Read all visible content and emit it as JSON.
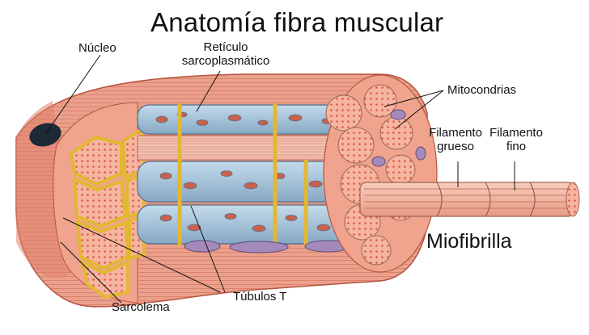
{
  "title": "Anatomía fibra muscular",
  "labels": {
    "nucleo": "Núcleo",
    "reticulo_l1": "Retículo",
    "reticulo_l2": "sarcoplasmático",
    "mitocondrias": "Mitocondrias",
    "filamento_grueso_l1": "Filamento",
    "filamento_grueso_l2": "grueso",
    "filamento_fino_l1": "Filamento",
    "filamento_fino_l2": "fino",
    "miofibrilla": "Miofibrilla",
    "tubulos_t": "Túbulos T",
    "sarcolema": "Sarcolema"
  },
  "colors": {
    "sarcolemma_outer": "#e58a74",
    "sarcolemma_dark": "#c8614c",
    "cross_section": "#f2a890",
    "myofibril_dots": "#e0523e",
    "t_tubule_yellow": "#f3d44a",
    "reticulum_blue": "#a9c6dc",
    "reticulum_dark": "#4f6f8c",
    "mitochondria": "#9c7fb2",
    "nucleus": "#1e2a36",
    "myofibril_pink": "#f4b7a3"
  }
}
